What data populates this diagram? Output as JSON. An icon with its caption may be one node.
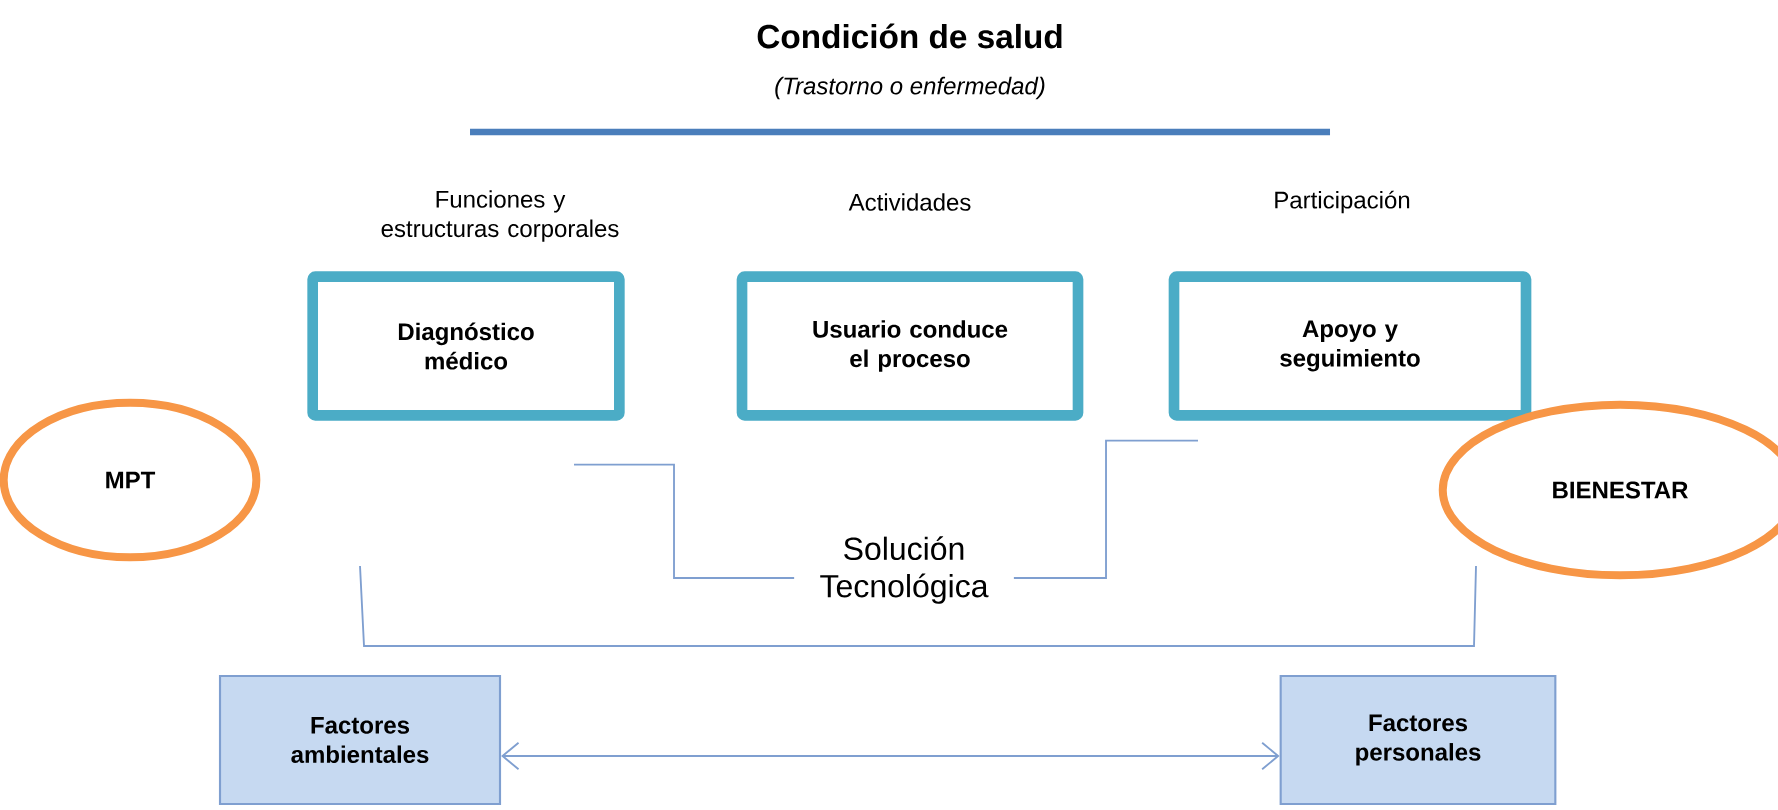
{
  "diagram": {
    "title": "Condición de salud",
    "nodes": [
      {
        "text": [
          "MPT"
        ]
      },
      {
        "text": [
          "Diagnóstico médico"
        ],
        "beside": [
          "Funciones y estructuras corporales"
        ]
      },
      {
        "text": [
          "Usuario conduce el proceso"
        ],
        "beside": [
          "Actividades"
        ]
      },
      {
        "text": [
          "Apoyo y seguimiento"
        ],
        "beside": [
          "Participación"
        ]
      },
      {
        "text": [
          "BIENESTAR"
        ]
      },
      {
        "text": [
          "Solución Tecnológica"
        ]
      },
      {
        "text": [
          "Factores ambientales"
        ]
      },
      {
        "text": [
          "Factores personales"
        ]
      }
    ],
    "edges": [
      {
        "from": 1,
        "to": 5,
        "arrow": "none"
      },
      {
        "from": 3,
        "to": 5,
        "arrow": "none"
      },
      {
        "from": 6,
        "to": 7,
        "arrow": "both"
      }
    ],
    "labels": [
      "(Trastorno o enfermedad)"
    ]
  }
}
